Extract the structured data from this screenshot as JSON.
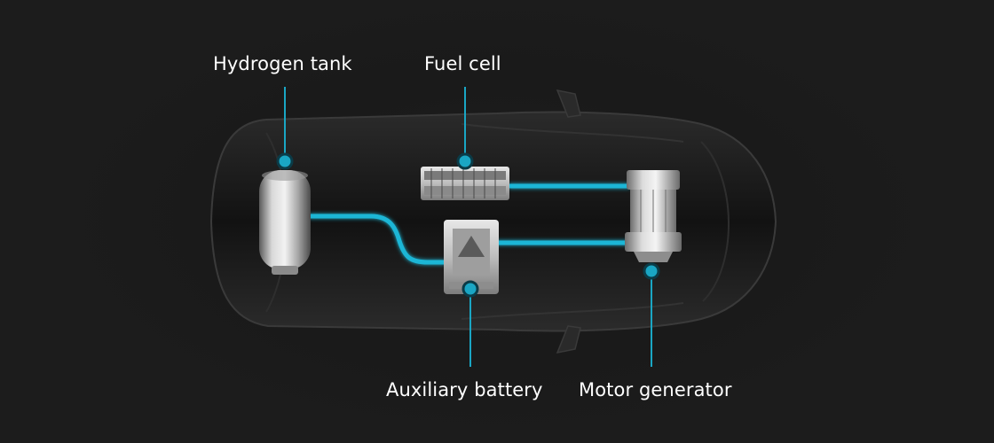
{
  "labels": {
    "hydrogen_tank": "Hydrogen tank",
    "fuel_cell": "Fuel cell",
    "auxiliary_battery": "Auxiliary battery",
    "motor_generator": "Motor generator"
  },
  "colors": {
    "background": "#202020",
    "accent": "#1aa6c4",
    "pipe": "#1fb6d6",
    "label_text": "#ffffff"
  }
}
